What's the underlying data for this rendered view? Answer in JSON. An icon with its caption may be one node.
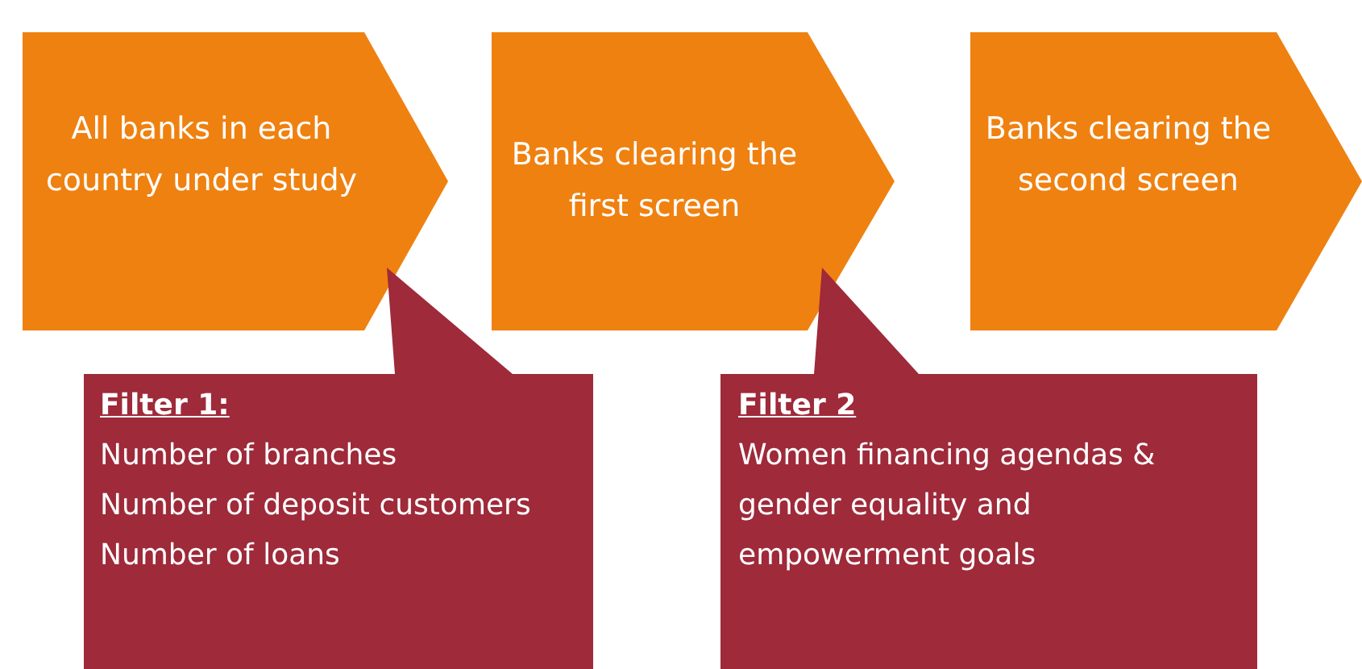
{
  "diagram": {
    "nodes": [
      {
        "text": [
          "All banks in each country under study"
        ]
      },
      {
        "text": [
          "Banks clearing the first screen"
        ]
      },
      {
        "text": [
          "Banks clearing the second screen"
        ]
      },
      {
        "text": [
          "Filter 1:",
          "Number of branches",
          "Number of deposit customers",
          "Number of loans"
        ]
      },
      {
        "text": [
          "Filter 2",
          "Women financing agendas & gender equality and empowerment goals"
        ]
      }
    ],
    "edges": []
  }
}
